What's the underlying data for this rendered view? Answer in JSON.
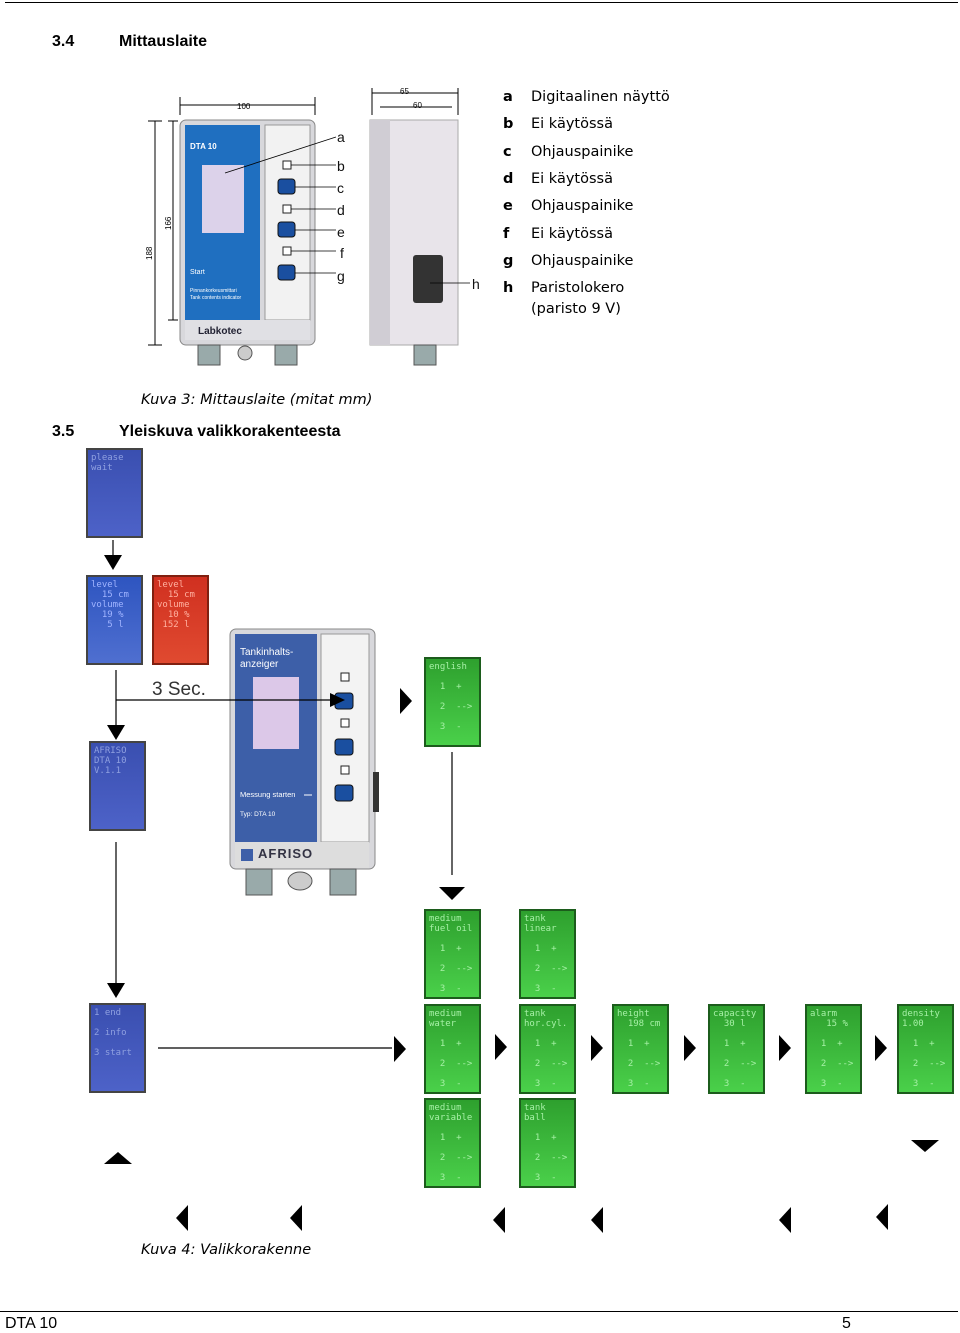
{
  "section34": {
    "number": "3.4",
    "title": "Mittauslaite"
  },
  "figure3": {
    "dims": {
      "width_front": "100",
      "height_total": "188",
      "height_inner": "166",
      "depth_outer": "65",
      "depth_inner": "60"
    },
    "device": {
      "model": "DTA 10",
      "start": "Start",
      "subtitle_fi": "Pinnankorkeusmittari",
      "subtitle_en": "Tank contents indicator",
      "brand": "Labkotec"
    },
    "callouts": [
      "a",
      "b",
      "c",
      "d",
      "e",
      "f",
      "g",
      "h"
    ],
    "legend": [
      {
        "key": "a",
        "text": "Digitaalinen näyttö"
      },
      {
        "key": "b",
        "text": "Ei käytössä"
      },
      {
        "key": "c",
        "text": "Ohjauspainike"
      },
      {
        "key": "d",
        "text": "Ei käytössä"
      },
      {
        "key": "e",
        "text": "Ohjauspainike"
      },
      {
        "key": "f",
        "text": "Ei käytössä"
      },
      {
        "key": "g",
        "text": "Ohjauspainike"
      },
      {
        "key": "h",
        "text": "Paristolokero",
        "text2": "(paristo 9 V)"
      }
    ],
    "caption": "Kuva 3: Mittauslaite (mitat mm)"
  },
  "section35": {
    "number": "3.5",
    "title": "Yleiskuva valikkorakenteesta"
  },
  "figure4": {
    "delay_label": "3 Sec.",
    "device": {
      "title": "Tankinhalts-\nanzeiger",
      "start": "Messung starten",
      "type": "Typ: DTA 10",
      "brand": "AFRISO"
    },
    "screens": {
      "please": "please\nwait",
      "level_blue": "level\n  15 cm\nvolume\n  19 %\n   5 l",
      "level_red": "level\n  15 cm\nvolume\n  10 %\n 152 l",
      "version": "AFRISO\nDTA 10\nV.1.1",
      "menu": "1 end\n\n2 info\n\n3 start",
      "english": "english\n\n  1  +\n\n  2  -->\n\n  3  -",
      "medium_fuel": "medium\nfuel oil\n\n  1  +\n\n  2  -->\n\n  3  -",
      "medium_water": "medium\nwater\n\n  1  +\n\n  2  -->\n\n  3  -",
      "medium_variable": "medium\nvariable\n\n  1  +\n\n  2  -->\n\n  3  -",
      "tank_linear": "tank\nlinear\n\n  1  +\n\n  2  -->\n\n  3  -",
      "tank_horcyl": "tank\nhor.cyl.\n\n  1  +\n\n  2  -->\n\n  3  -",
      "tank_ball": "tank\nball\n\n  1  +\n\n  2  -->\n\n  3  -",
      "height": "height\n  198 cm\n\n  1  +\n\n  2  -->\n\n  3  -",
      "capacity": "capacity\n  30 l\n\n  1  +\n\n  2  -->\n\n  3  -",
      "alarm": "alarm\n   15 %\n\n  1  +\n\n  2  -->\n\n  3  -",
      "density": "density\n1.00\n\n  1  +\n\n  2  -->\n\n  3  -"
    },
    "caption": "Kuva 4: Valikkorakenne"
  },
  "footer": {
    "left": "DTA 10",
    "page": "5"
  }
}
